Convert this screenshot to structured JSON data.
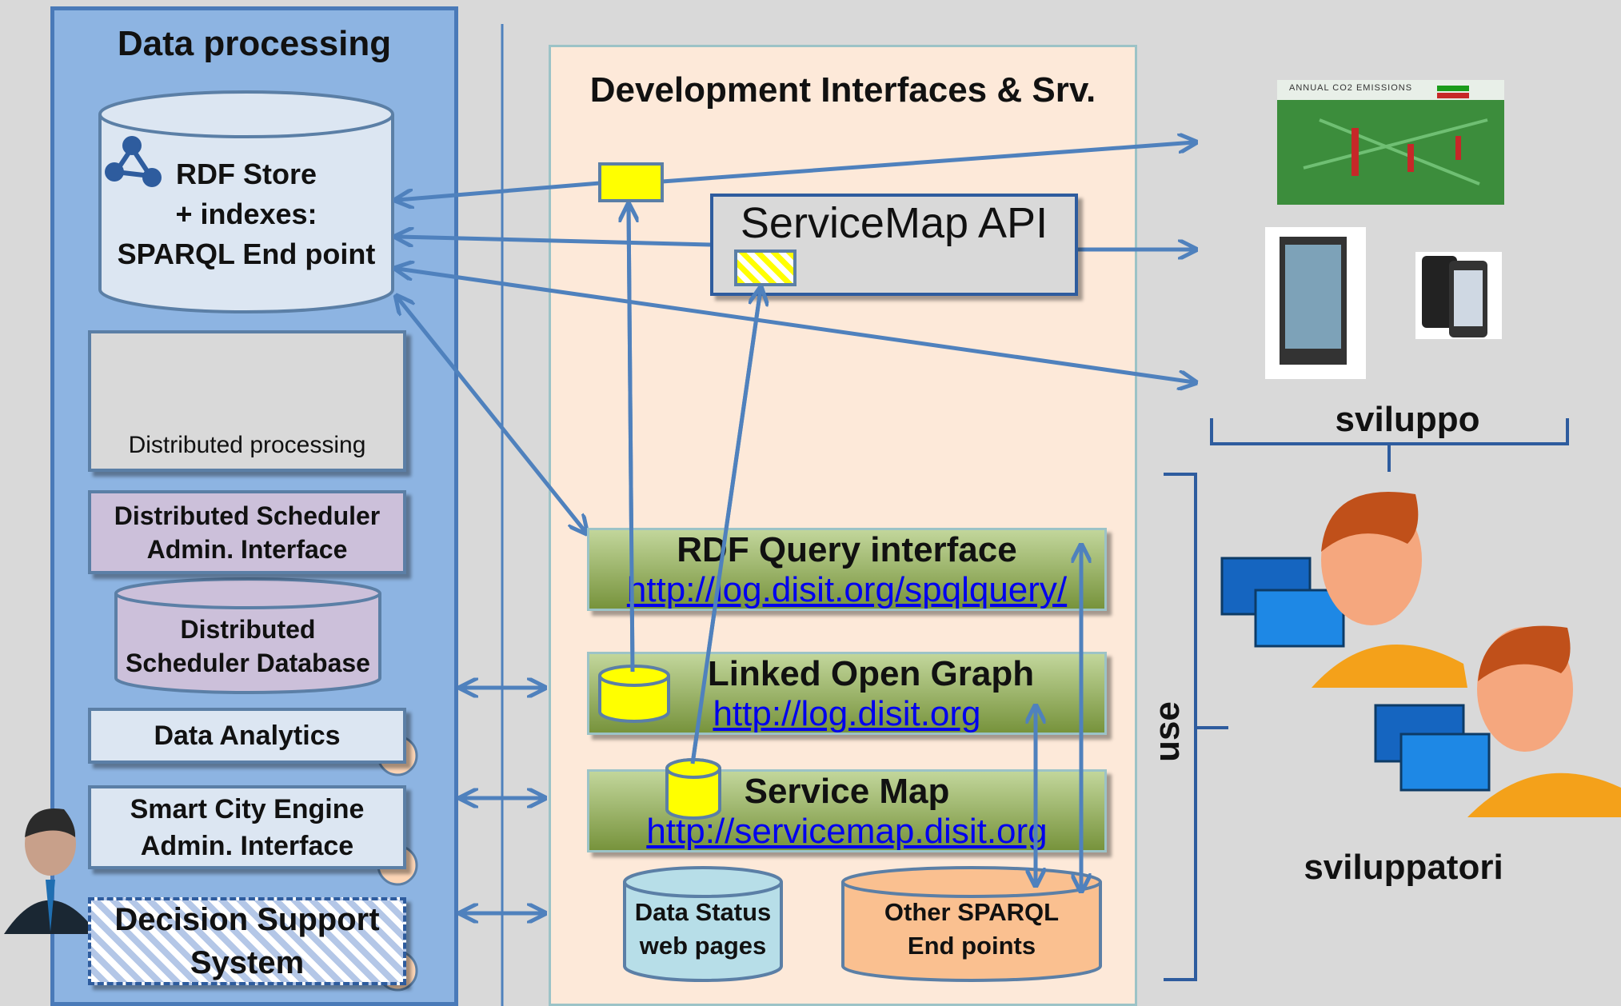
{
  "left_panel": {
    "title": "Data processing",
    "rdf_store": {
      "line1": "RDF Store",
      "line2": "+ indexes:",
      "line3": "SPARQL End point"
    },
    "distributed_processing": "Distributed processing",
    "scheduler_interface": {
      "line1": "Distributed Scheduler",
      "line2": "Admin. Interface"
    },
    "scheduler_database": {
      "line1": "Distributed",
      "line2": "Scheduler Database"
    },
    "data_analytics": "Data Analytics",
    "smart_city_engine": {
      "line1": "Smart City Engine",
      "line2": "Admin. Interface"
    },
    "decision_support": {
      "line1": "Decision Support",
      "line2": "System"
    }
  },
  "middle_panel": {
    "title": "Development Interfaces & Srv.",
    "servicemap_api": "ServiceMap API",
    "rdf_query": {
      "title": "RDF Query interface",
      "link": "http://log.disit.org/spqlquery/"
    },
    "linked_open_graph": {
      "title": "Linked Open Graph",
      "link": "http://log.disit.org"
    },
    "service_map": {
      "title": "Service Map",
      "link": "http://servicemap.disit.org"
    },
    "data_status": {
      "line1": "Data Status",
      "line2": "web pages"
    },
    "other_sparql": {
      "line1": "Other SPARQL",
      "line2": "End points"
    }
  },
  "right_panel": {
    "map_title": "ANNUAL CO2 EMISSIONS",
    "sviluppo": "sviluppo",
    "use": "use",
    "sviluppatori": "sviluppatori"
  },
  "colors": {
    "arrow": "#4f81bd",
    "yellow": "#ffff00",
    "orange_db": "#fac090",
    "blue_db": "#b7dee8",
    "circle": "#fcd5b5"
  }
}
